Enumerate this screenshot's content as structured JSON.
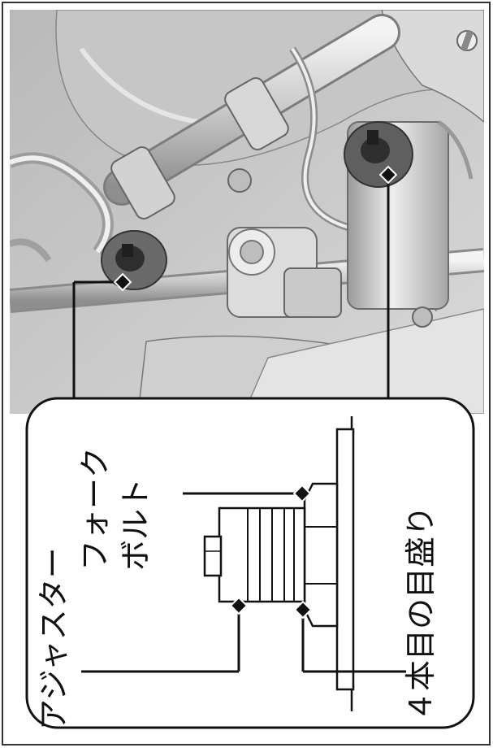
{
  "labels": {
    "adjuster": "アジャスター",
    "fork_bolt_line1": "フォーク",
    "fork_bolt_line2": "ボルト",
    "fourth_groove": "４本目の目盛り"
  },
  "colors": {
    "frame": "#333333",
    "photo_bg": "#d4d4d4",
    "panel_bg": "#ffffff",
    "line": "#111111"
  }
}
